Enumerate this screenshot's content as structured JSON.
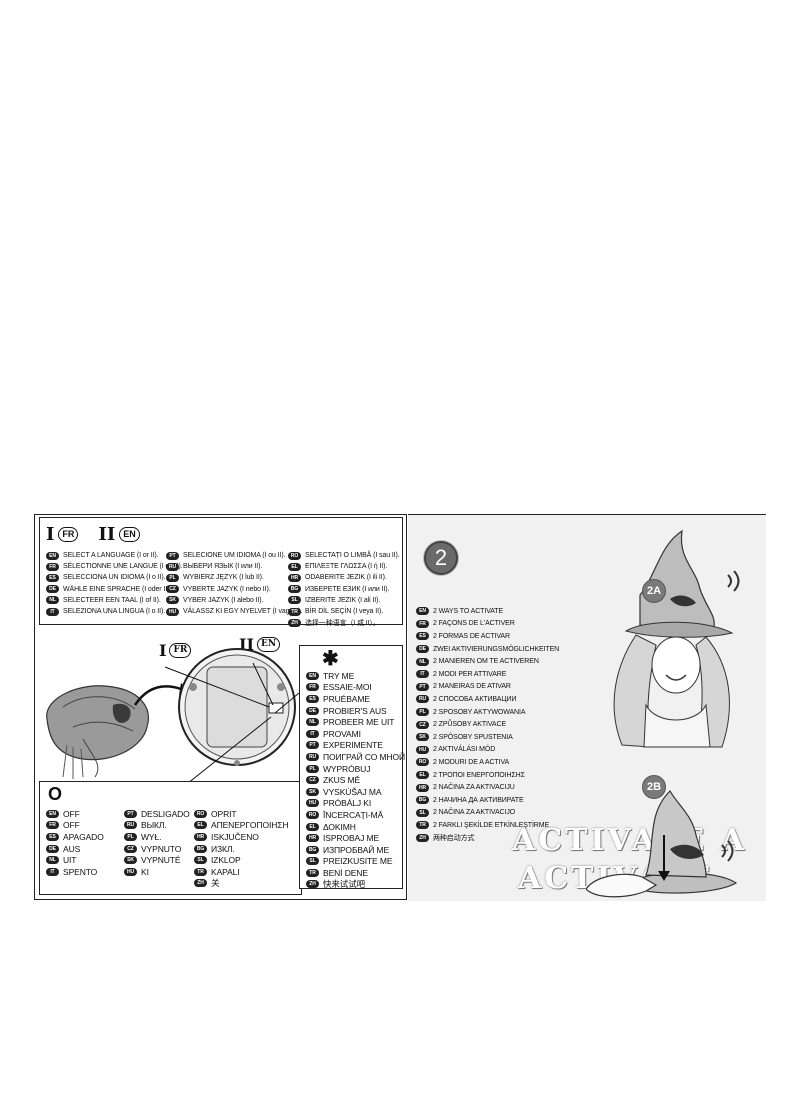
{
  "language_box": {
    "option_one": "I",
    "option_one_flag": "FR",
    "option_two": "II",
    "option_two_flag": "EN",
    "columns": [
      [
        {
          "code": "EN",
          "text": "SELECT A LANGUAGE (I or II)."
        },
        {
          "code": "FR",
          "text": "SÉLECTIONNE UNE LANGUE (I ou II)."
        },
        {
          "code": "ES",
          "text": "SELECCIONA UN IDIOMA (I o II)."
        },
        {
          "code": "DE",
          "text": "WÄHLE EINE SPRACHE (I oder II)."
        },
        {
          "code": "NL",
          "text": "SELECTEER EEN TAAL (I of II)."
        },
        {
          "code": "IT",
          "text": "SELEZIONA UNA LINGUA (I o II)."
        }
      ],
      [
        {
          "code": "PT",
          "text": "SELECIONE UM IDIOMA (I ou II)."
        },
        {
          "code": "RU",
          "text": "ВЫБЕРИ ЯЗЫК (I или II)."
        },
        {
          "code": "PL",
          "text": "WYBIERZ JĘZYK (I lub II)."
        },
        {
          "code": "CZ",
          "text": "VYBERTE JAZYK (I nebo II)."
        },
        {
          "code": "SK",
          "text": "VYBER JAZYK (I alebo II)."
        },
        {
          "code": "HU",
          "text": "VÁLASSZ KI EGY NYELVET (I vagy II)."
        }
      ],
      [
        {
          "code": "RO",
          "text": "SELECTAȚI O LIMBĂ (I sau II)."
        },
        {
          "code": "EL",
          "text": "ΕΠΙΛΕΞΤΕ ΓΛΩΣΣΑ (I ή II)."
        },
        {
          "code": "HR",
          "text": "ODABERITE JEZIK (I ili II)."
        },
        {
          "code": "BG",
          "text": "ИЗБЕРЕТЕ ЕЗИК (I или II)."
        },
        {
          "code": "SL",
          "text": "IZBERITE JEZIK (I ali II)."
        },
        {
          "code": "TR",
          "text": "BİR DİL SEÇİN (I veya II)."
        },
        {
          "code": "ZH",
          "text": "选择一种语言（I 或 II）。"
        }
      ]
    ]
  },
  "device_labels": {
    "one": "I",
    "one_flag": "FR",
    "two": "II",
    "two_flag": "EN"
  },
  "try_me": {
    "symbol": "✱",
    "items": [
      {
        "code": "EN",
        "text": "TRY ME"
      },
      {
        "code": "FR",
        "text": "ESSAIE-MOI"
      },
      {
        "code": "ES",
        "text": "PRUÉBAME"
      },
      {
        "code": "DE",
        "text": "PROBIER'S AUS"
      },
      {
        "code": "NL",
        "text": "PROBEER ME UIT"
      },
      {
        "code": "IT",
        "text": "PROVAMI"
      },
      {
        "code": "PT",
        "text": "EXPERIMENTE"
      },
      {
        "code": "RU",
        "text": "ПОИГРАЙ СО МНОЙ"
      },
      {
        "code": "PL",
        "text": "WYPRÓBUJ"
      },
      {
        "code": "CZ",
        "text": "ZKUS MĚ"
      },
      {
        "code": "SK",
        "text": "VYSKÚŠAJ MA"
      },
      {
        "code": "HU",
        "text": "PRÓBÁLJ KI"
      },
      {
        "code": "RO",
        "text": "ÎNCERCAȚI-MĂ"
      },
      {
        "code": "EL",
        "text": "ΔΟΚΙΜΗ"
      },
      {
        "code": "HR",
        "text": "ISPROBAJ ME"
      },
      {
        "code": "BG",
        "text": "ИЗПРОБВАЙ МЕ"
      },
      {
        "code": "SL",
        "text": "PREIZKUSITE ME"
      },
      {
        "code": "TR",
        "text": "BENİ DENE"
      },
      {
        "code": "ZH",
        "text": "快来试试吧"
      }
    ]
  },
  "off_box": {
    "title": "O",
    "columns": [
      [
        {
          "code": "EN",
          "text": "OFF"
        },
        {
          "code": "FR",
          "text": "OFF"
        },
        {
          "code": "ES",
          "text": "APAGADO"
        },
        {
          "code": "DE",
          "text": "AUS"
        },
        {
          "code": "NL",
          "text": "UIT"
        },
        {
          "code": "IT",
          "text": "SPENTO"
        }
      ],
      [
        {
          "code": "PT",
          "text": "DESLIGADO"
        },
        {
          "code": "RU",
          "text": "ВЫКЛ."
        },
        {
          "code": "PL",
          "text": "WYŁ."
        },
        {
          "code": "CZ",
          "text": "VYPNUTO"
        },
        {
          "code": "SK",
          "text": "VYPNUTÉ"
        },
        {
          "code": "HU",
          "text": "KI"
        }
      ],
      [
        {
          "code": "RO",
          "text": "OPRIT"
        },
        {
          "code": "EL",
          "text": "ΑΠΕΝΕΡΓΟΠΟΙΗΣΗ"
        },
        {
          "code": "HR",
          "text": "ISKJUČENO"
        },
        {
          "code": "BG",
          "text": "ИЗКЛ."
        },
        {
          "code": "SL",
          "text": "IZKLOP"
        },
        {
          "code": "TR",
          "text": "KAPALI"
        },
        {
          "code": "ZH",
          "text": "关"
        }
      ]
    ]
  },
  "activate": {
    "step": "2",
    "badge_a": "2A",
    "badge_b": "2B",
    "items": [
      {
        "code": "EN",
        "text": "2 WAYS TO ACTIVATE"
      },
      {
        "code": "FR",
        "text": "2 FAÇONS DE L'ACTIVER"
      },
      {
        "code": "ES",
        "text": "2 FORMAS DE ACTIVAR"
      },
      {
        "code": "DE",
        "text": "ZWEI AKTIVIERUNGSMÖGLICHKEITEN"
      },
      {
        "code": "NL",
        "text": "2 MANIEREN OM TE ACTIVEREN"
      },
      {
        "code": "IT",
        "text": "2 MODI PER ATTIVARE"
      },
      {
        "code": "PT",
        "text": "2 MANEIRAS DE ATIVAR"
      },
      {
        "code": "RU",
        "text": "2 СПОСОБА АКТИВАЦИИ"
      },
      {
        "code": "PL",
        "text": "2 SPOSOBY AKTYWOWANIA"
      },
      {
        "code": "CZ",
        "text": "2 ZPŮSOBY AKTIVACE"
      },
      {
        "code": "SK",
        "text": "2 SPÔSOBY SPUSTENIA"
      },
      {
        "code": "HU",
        "text": "2 AKTIVÁLÁSI MÓD"
      },
      {
        "code": "RO",
        "text": "2 MODURI DE A ACTIVA"
      },
      {
        "code": "EL",
        "text": "2 ΤΡΟΠΟΙ ΕΝΕΡΓΟΠΟΙΗΣΗΣ"
      },
      {
        "code": "HR",
        "text": "2 NAČINA ZA AKTIVACIJU"
      },
      {
        "code": "BG",
        "text": "2 НАЧИНА ДА АКТИВИРАТЕ"
      },
      {
        "code": "SL",
        "text": "2 NAČINA ZA AKTIVACIJO"
      },
      {
        "code": "TR",
        "text": "2 FARKLI ŞEKİLDE ETKİNLEŞTİRME"
      },
      {
        "code": "ZH",
        "text": "两种启动方式"
      }
    ]
  },
  "background_lettering": {
    "band_one": "ACTIVATE A",
    "band_two": "ACTIVATE"
  }
}
